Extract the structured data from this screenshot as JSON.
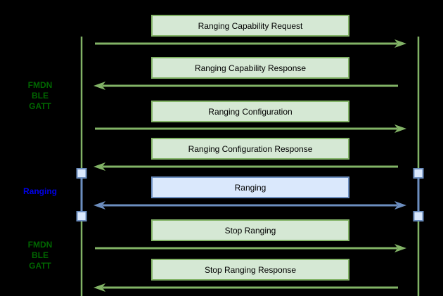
{
  "diagram": {
    "type": "sequence-diagram",
    "background": "#000000",
    "lane_labels": [
      {
        "id": "fmdn-ble-gatt-top",
        "lines": [
          "FMDN",
          "BLE",
          "GATT"
        ],
        "color": "#006600"
      },
      {
        "id": "ranging",
        "lines": [
          "Ranging"
        ],
        "color": "#0000ee"
      },
      {
        "id": "fmdn-ble-gatt-bottom",
        "lines": [
          "FMDN",
          "BLE",
          "GATT"
        ],
        "color": "#006600"
      }
    ],
    "messages": [
      {
        "label": "Ranging Capability Request",
        "direction": "right",
        "style": "green"
      },
      {
        "label": "Ranging Capability Response",
        "direction": "left",
        "style": "green"
      },
      {
        "label": "Ranging Configuration",
        "direction": "right",
        "style": "green"
      },
      {
        "label": "Ranging Configuration Response",
        "direction": "left",
        "style": "green"
      },
      {
        "label": "Ranging",
        "direction": "bidirectional",
        "style": "blue"
      },
      {
        "label": "Stop Ranging",
        "direction": "right",
        "style": "green"
      },
      {
        "label": "Stop Ranging Response",
        "direction": "left",
        "style": "green"
      }
    ],
    "colors": {
      "green_line": "#82b366",
      "green_box_fill": "#d5e8d4",
      "green_box_border": "#82b366",
      "blue_line": "#6c8ebf",
      "blue_box_fill": "#dae8fc",
      "blue_box_border": "#6c8ebf",
      "activation_fill": "#dae8fc",
      "green_label_text": "#006600",
      "blue_label_text": "#0000ee",
      "message_text": "#000000",
      "background": "#000000"
    }
  }
}
